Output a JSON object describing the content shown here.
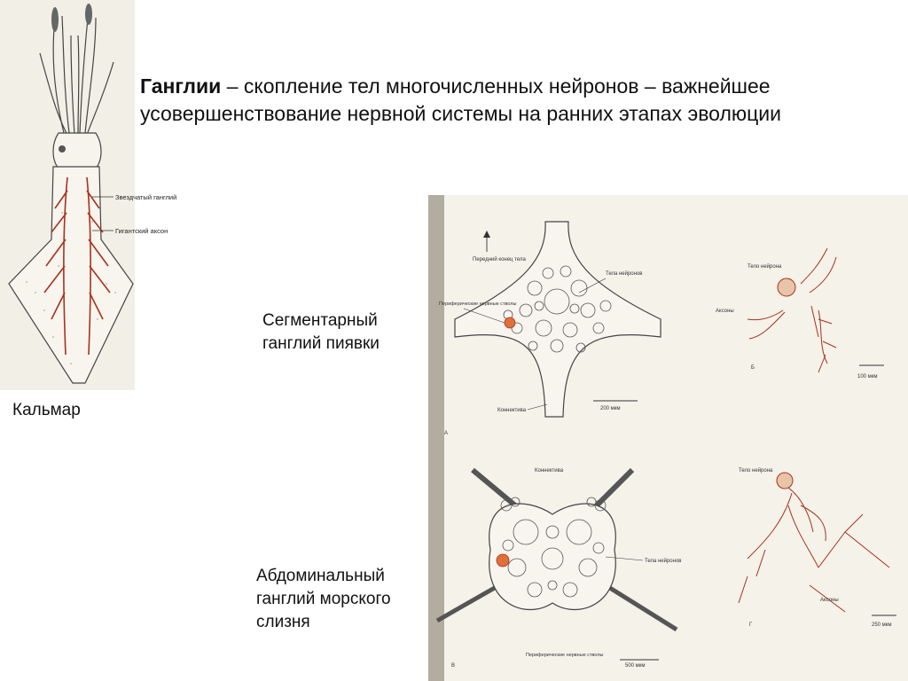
{
  "heading": {
    "term": "Ганглии",
    "rest": " – скопление тел многочисленных нейронов – важнейшее усовершенствование нервной системы на ранних этапах эволюции"
  },
  "captions": {
    "squid": "Кальмар",
    "leech": "Сегментарный ганглий пиявки",
    "aplysia": "Абдоминальный ганглий морского слизня"
  },
  "squid_labels": {
    "stellate": "Звездчатый ганглий",
    "giant_axon": "Гигантский аксон"
  },
  "panel_a": {
    "anterior": "Передний конец тела",
    "bodies": "Тела нейронов",
    "peripheral": "Периферические нервные стволы",
    "connective": "Коннектива",
    "scale": "200 мкм",
    "letter": "А"
  },
  "panel_b": {
    "body": "Тело нейрона",
    "axons": "Аксоны",
    "scale": "100 мкм",
    "letter": "Б"
  },
  "panel_c": {
    "connective": "Коннектива",
    "bodies": "Тела нейронов",
    "peripheral": "Периферические нервные стволы",
    "scale": "500 мкм",
    "letter": "В"
  },
  "panel_d": {
    "body": "Тело нейрона",
    "axons": "Аксоны",
    "scale": "250 мкм",
    "letter": "Г"
  },
  "colors": {
    "nerve_red": "#a8321e",
    "cell_orange": "#e0703a",
    "ink": "#333333"
  }
}
